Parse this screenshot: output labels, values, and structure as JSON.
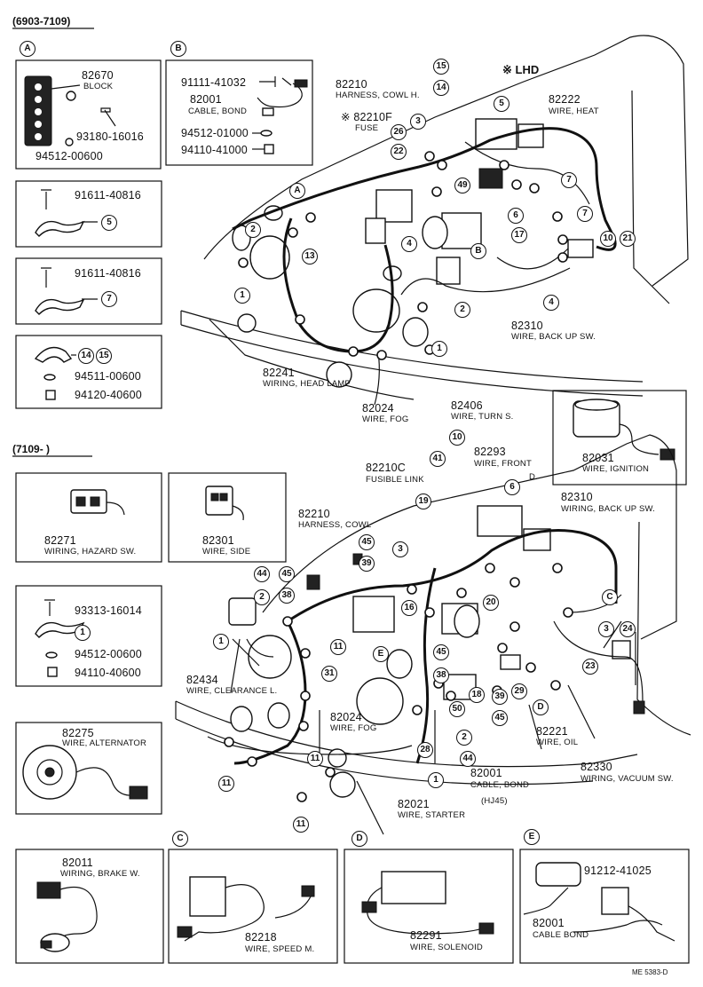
{
  "ranges": {
    "first": "(6903-7109)",
    "second": "(7109-          )"
  },
  "lhd": "※ LHD",
  "footer_code": "ME  5383-D",
  "callout_letters": [
    "A",
    "B",
    "C",
    "D",
    "E"
  ],
  "inset_A": {
    "letter": "A",
    "items": [
      {
        "pn": "82670",
        "name": "BLOCK"
      },
      {
        "pn": "93180-16016",
        "name": ""
      },
      {
        "pn": "94512-00600",
        "name": ""
      }
    ]
  },
  "inset_B": {
    "letter": "B",
    "items": [
      {
        "pn": "91111-41032",
        "name": ""
      },
      {
        "pn": "82001",
        "name": "CABLE, BOND"
      },
      {
        "pn": "94512-01000",
        "name": ""
      },
      {
        "pn": "94110-41000",
        "name": ""
      }
    ]
  },
  "clamp5": {
    "pn": "91611-40816",
    "ref": "5"
  },
  "clamp7": {
    "pn": "91611-40816",
    "ref": "7"
  },
  "clamp1415": {
    "refs": [
      "14",
      "15"
    ],
    "items": [
      "94511-00600",
      "94120-40600"
    ]
  },
  "clamp1": {
    "ref": "1",
    "items": [
      "93313-16014",
      "94512-00600",
      "94110-40600"
    ]
  },
  "upper_labels": [
    {
      "pn": "82210",
      "name": "HARNESS, COWL  H."
    },
    {
      "pn": "※ 82210F",
      "name": "FUSE"
    },
    {
      "pn": "82222",
      "name": "WIRE, HEAT"
    },
    {
      "pn": "82310",
      "name": "WIRE, BACK UP SW."
    },
    {
      "pn": "82241",
      "name": "WIRING, HEAD LAMP"
    },
    {
      "pn": "82024",
      "name": "WIRE, FOG"
    }
  ],
  "upper_refs": [
    "15",
    "14",
    "3",
    "26",
    "22",
    "49",
    "5",
    "7",
    "6",
    "7",
    "17",
    "10",
    "21",
    "4",
    "B",
    "4",
    "2",
    "1",
    "2",
    "13",
    "A",
    "2",
    "1"
  ],
  "ignition": {
    "pn": "82031",
    "name": "WIRE, IGNITION"
  },
  "hazard": {
    "pn": "82271",
    "name": "WIRING, HAZARD SW."
  },
  "side": {
    "pn": "82301",
    "name": "WIRE, SIDE"
  },
  "alternator": {
    "pn": "82275",
    "name": "WIRE, ALTERNATOR"
  },
  "lower_labels": [
    {
      "pn": "82406",
      "name": "WIRE, TURN S."
    },
    {
      "pn": "82293",
      "name": "WIRE, FRONT"
    },
    {
      "pn": "D.",
      "name": ""
    },
    {
      "pn": "82210C",
      "name": "FUSIBLE LINK"
    },
    {
      "pn": "82210",
      "name": "HARNESS, COWL"
    },
    {
      "pn": "82310",
      "name": "WIRING, BACK UP SW."
    },
    {
      "pn": "82434",
      "name": "WIRE, CLEARANCE L."
    },
    {
      "pn": "82024",
      "name": "WIRE, FOG"
    },
    {
      "pn": "82221",
      "name": "WIRE, OIL"
    },
    {
      "pn": "82330",
      "name": "WIRING, VACUUM SW."
    },
    {
      "pn": "82001",
      "name": "CABLE, BOND"
    },
    {
      "pn": "(HJ45)",
      "name": ""
    },
    {
      "pn": "82021",
      "name": "WIRE, STARTER"
    }
  ],
  "lower_refs": [
    "10",
    "41",
    "6",
    "19",
    "3",
    "45",
    "39",
    "44",
    "45",
    "38",
    "2",
    "16",
    "1",
    "11",
    "31",
    "20",
    "3",
    "24",
    "23",
    "E",
    "45",
    "38",
    "18",
    "39",
    "29",
    "50",
    "45",
    "2",
    "44",
    "28",
    "1",
    "11",
    "11",
    "11",
    "C",
    "D",
    "D"
  ],
  "bottom": [
    {
      "pn": "82011",
      "name": "WIRING, BRAKE W."
    },
    {
      "pn": "82218",
      "name": "WIRE, SPEED  M."
    },
    {
      "pn": "82291",
      "name": "WIRE, SOLENOID"
    },
    {
      "pn": "91212-41025",
      "name": ""
    },
    {
      "pn": "82001",
      "name": "CABLE BOND"
    }
  ]
}
